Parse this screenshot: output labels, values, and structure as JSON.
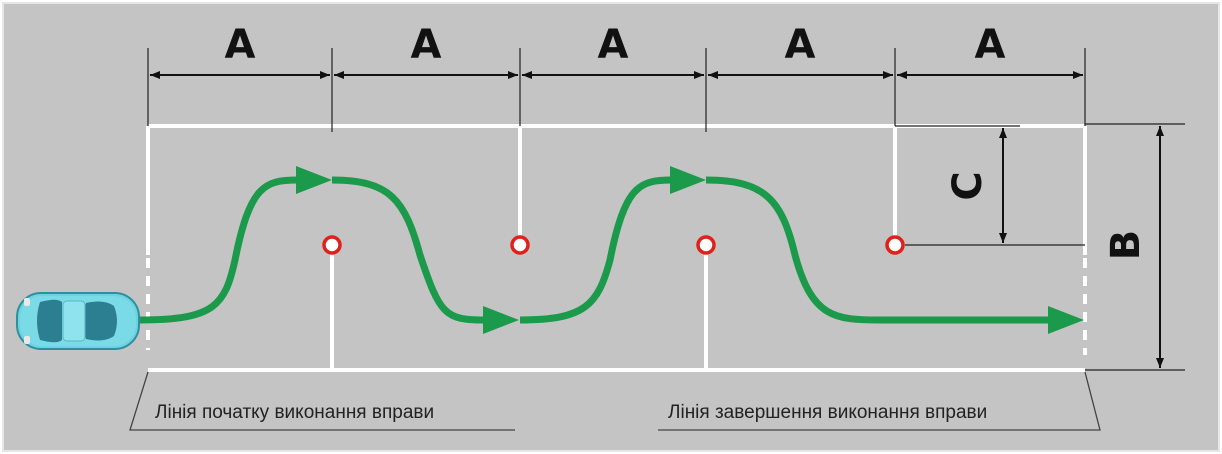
{
  "dimensions": {
    "segment_label": "A",
    "segment_count": 5,
    "width_label": "B",
    "offset_label": "C"
  },
  "captions": {
    "start_line": "Лінія початку виконання вправи",
    "finish_line": "Лінія завершення виконання вправи"
  },
  "colors": {
    "background": "#c4c4c4",
    "lane_lines": "#ffffff",
    "path_arrow": "#1a9a4a",
    "cone_marker": "#e0201a",
    "dimension_lines": "#111111",
    "car_body": "#6dd3e0"
  },
  "icons": {
    "vehicle": "car-icon",
    "cones": "cone-marker-icon"
  }
}
